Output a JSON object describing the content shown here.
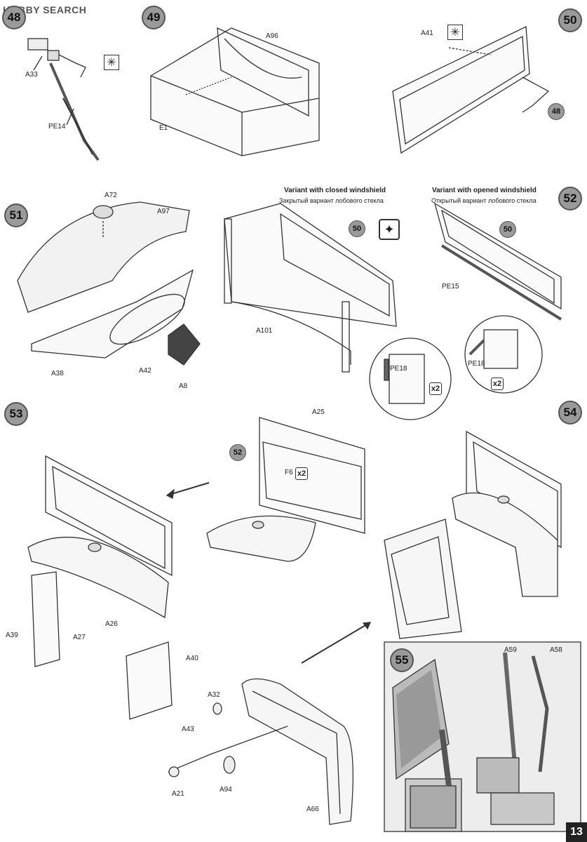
{
  "watermark": "HOBBY SEARCH",
  "page_number": "13",
  "steps": [
    "48",
    "49",
    "50",
    "51",
    "52",
    "53",
    "54",
    "55"
  ],
  "step_refs": {
    "s50_ref48": "48",
    "s52_ref50a": "50",
    "s52_ref50b": "50",
    "s54_ref52": "52"
  },
  "variants": {
    "closed_en": "Variant with closed windshield",
    "closed_ru": "Закрытый вариант лобового стекла",
    "opened_en": "Variant with opened windshield",
    "opened_ru": "Открытый вариант лобового стекла"
  },
  "parts": {
    "a33": "A33",
    "pe14": "PE14",
    "a96": "A96",
    "e1": "E1",
    "a41": "A41",
    "a72": "A72",
    "a97": "A97",
    "a38": "A38",
    "a42": "A42",
    "a8": "A8",
    "a101": "A101",
    "pe18a": "PE18",
    "pe15": "PE15",
    "pe18b": "PE18",
    "a25": "A25",
    "f6": "F6",
    "a39": "A39",
    "a27": "A27",
    "a26": "A26",
    "a40": "A40",
    "a32": "A32",
    "a43": "A43",
    "a21": "A21",
    "a94": "A94",
    "a66": "A66",
    "a59": "A59",
    "a58": "A58"
  },
  "quantities": {
    "x2_a": "x2",
    "x2_b": "x2",
    "x2_c": "x2"
  },
  "icons": {
    "glue": "glue-icon",
    "option": "option-symbol-icon"
  }
}
